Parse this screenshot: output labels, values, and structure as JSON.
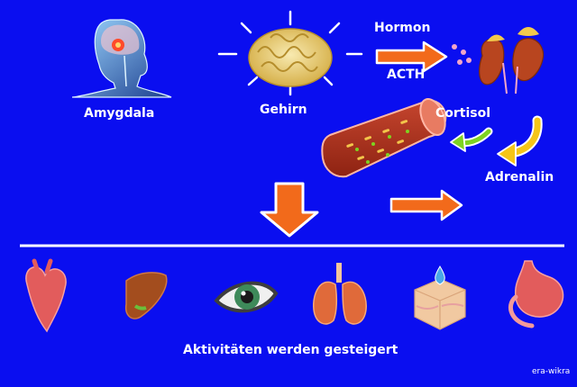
{
  "labels": {
    "amygdala": "Amygdala",
    "gehirn": "Gehirn",
    "hormon": "Hormon",
    "acth": "ACTH",
    "cortisol": "Cortisol",
    "adrenalin": "Adrenalin",
    "aktivitaeten": "Aktivitäten werden gesteigert",
    "credit": "era-wikra"
  },
  "organs": [
    {
      "icon": "heart-icon"
    },
    {
      "icon": "liver-icon"
    },
    {
      "icon": "eye-icon"
    },
    {
      "icon": "lungs-icon"
    },
    {
      "icon": "skin-icon"
    },
    {
      "icon": "stomach-icon"
    }
  ],
  "colors": {
    "background": "#0a0ef0",
    "arrow_orange": "#f26a1b",
    "arrow_green": "#7ed321",
    "arrow_yellow": "#f5c518",
    "divider": "#ffffff"
  }
}
